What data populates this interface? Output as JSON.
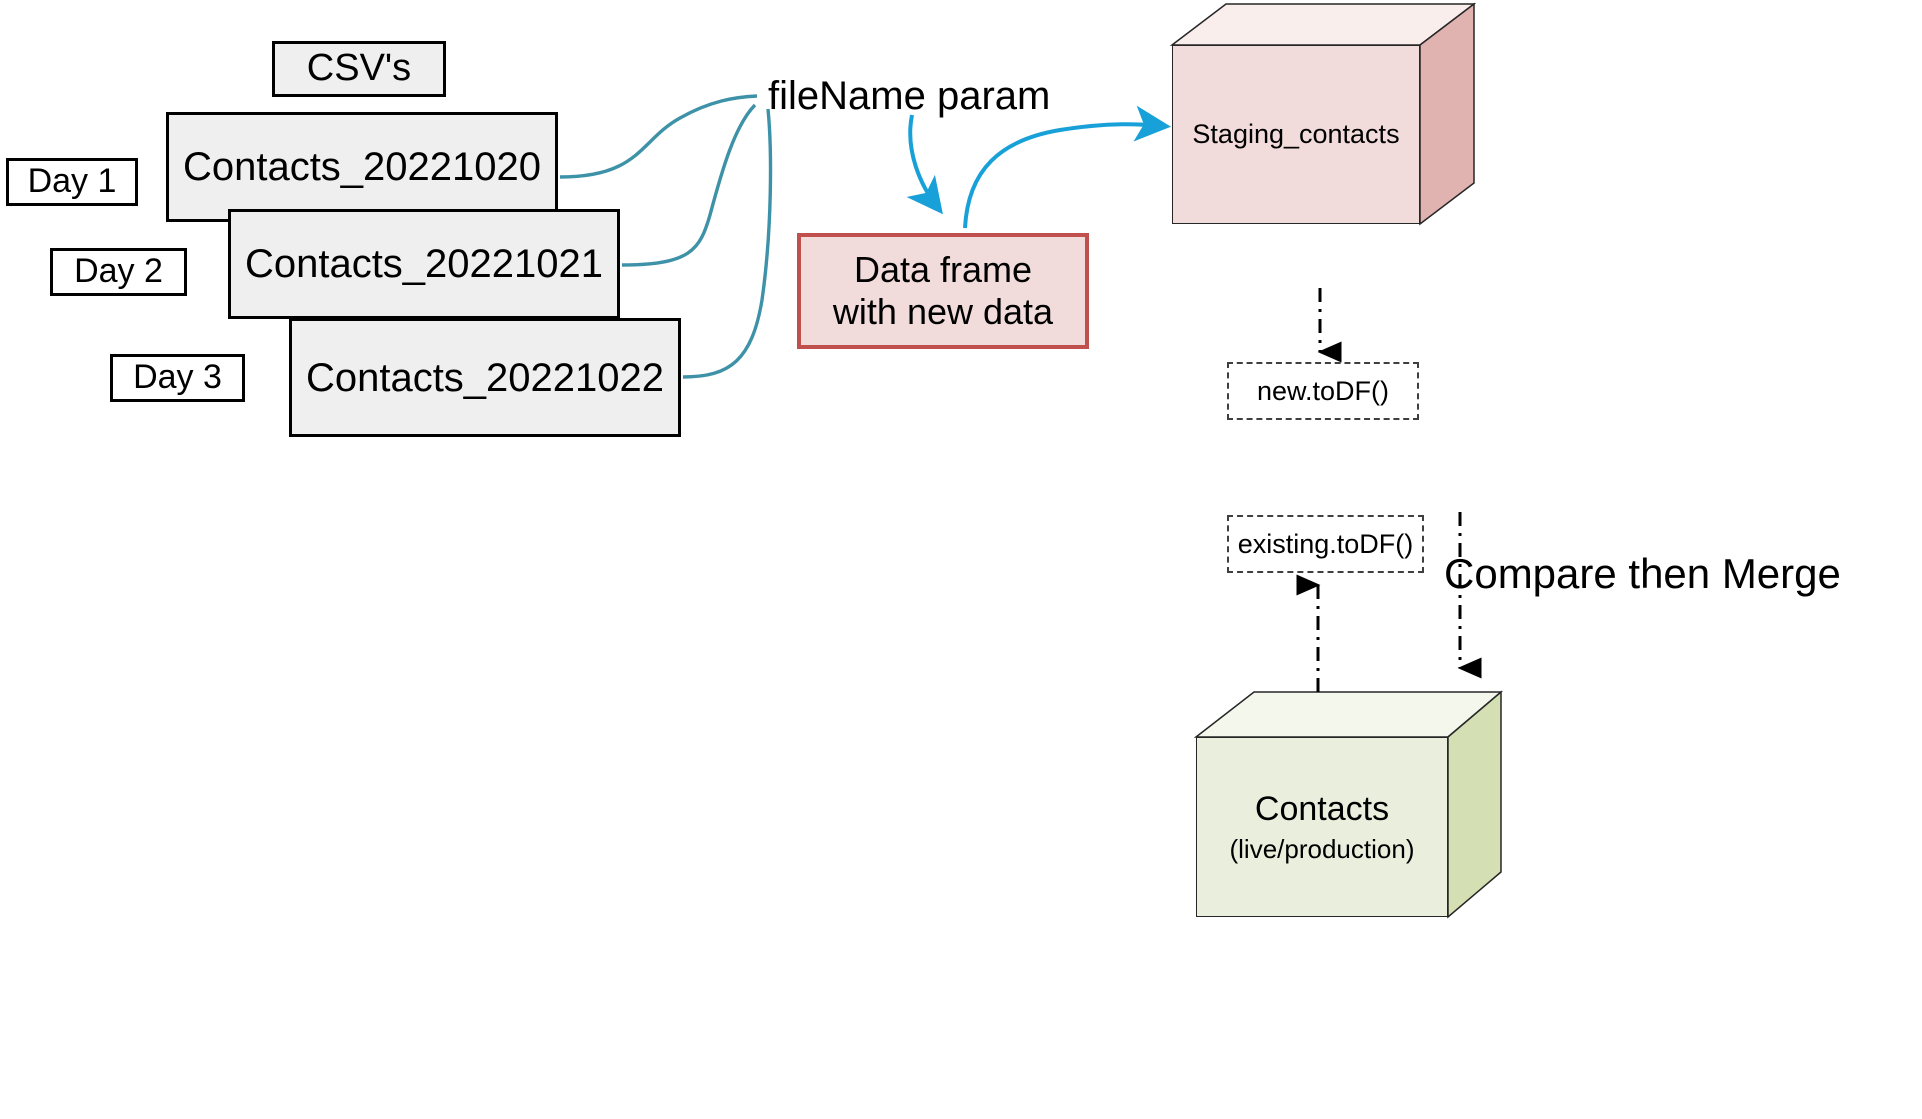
{
  "diagram": {
    "title": "CSV ingestion to staging and merge into production contacts",
    "colors": {
      "file_box_fill": "#efefef",
      "file_box_border": "#000000",
      "dataframe_fill": "#f2dcdb",
      "dataframe_border": "#c0504d",
      "staging_cube_front": "#f2dcdb",
      "staging_cube_top": "#faeeed",
      "staging_cube_side": "#e0b3b0",
      "contacts_cube_front": "#eaefdd",
      "contacts_cube_top": "#f4f7ec",
      "contacts_cube_side": "#d5dfb4",
      "connector_teal": "#3d92a8",
      "arrow_blue": "#18a0d8",
      "dash_arrow": "#000000"
    },
    "source_group": {
      "header_label": "CSV's",
      "day_labels": [
        "Day 1",
        "Day 2",
        "Day 3"
      ],
      "files": [
        "Contacts_20221020",
        "Contacts_20221021",
        "Contacts_20221022"
      ]
    },
    "param_label": "fileName param",
    "dataframe": {
      "line1": "Data frame",
      "line2": "with new data"
    },
    "staging_cube": {
      "label": "Staging_contacts"
    },
    "steps": {
      "new_todf": "new.toDF()",
      "compare_then_merge": "Compare then Merge",
      "existing_todf": "existing.toDF()"
    },
    "contacts_cube": {
      "title": "Contacts",
      "subtitle": "(live/production)"
    }
  }
}
